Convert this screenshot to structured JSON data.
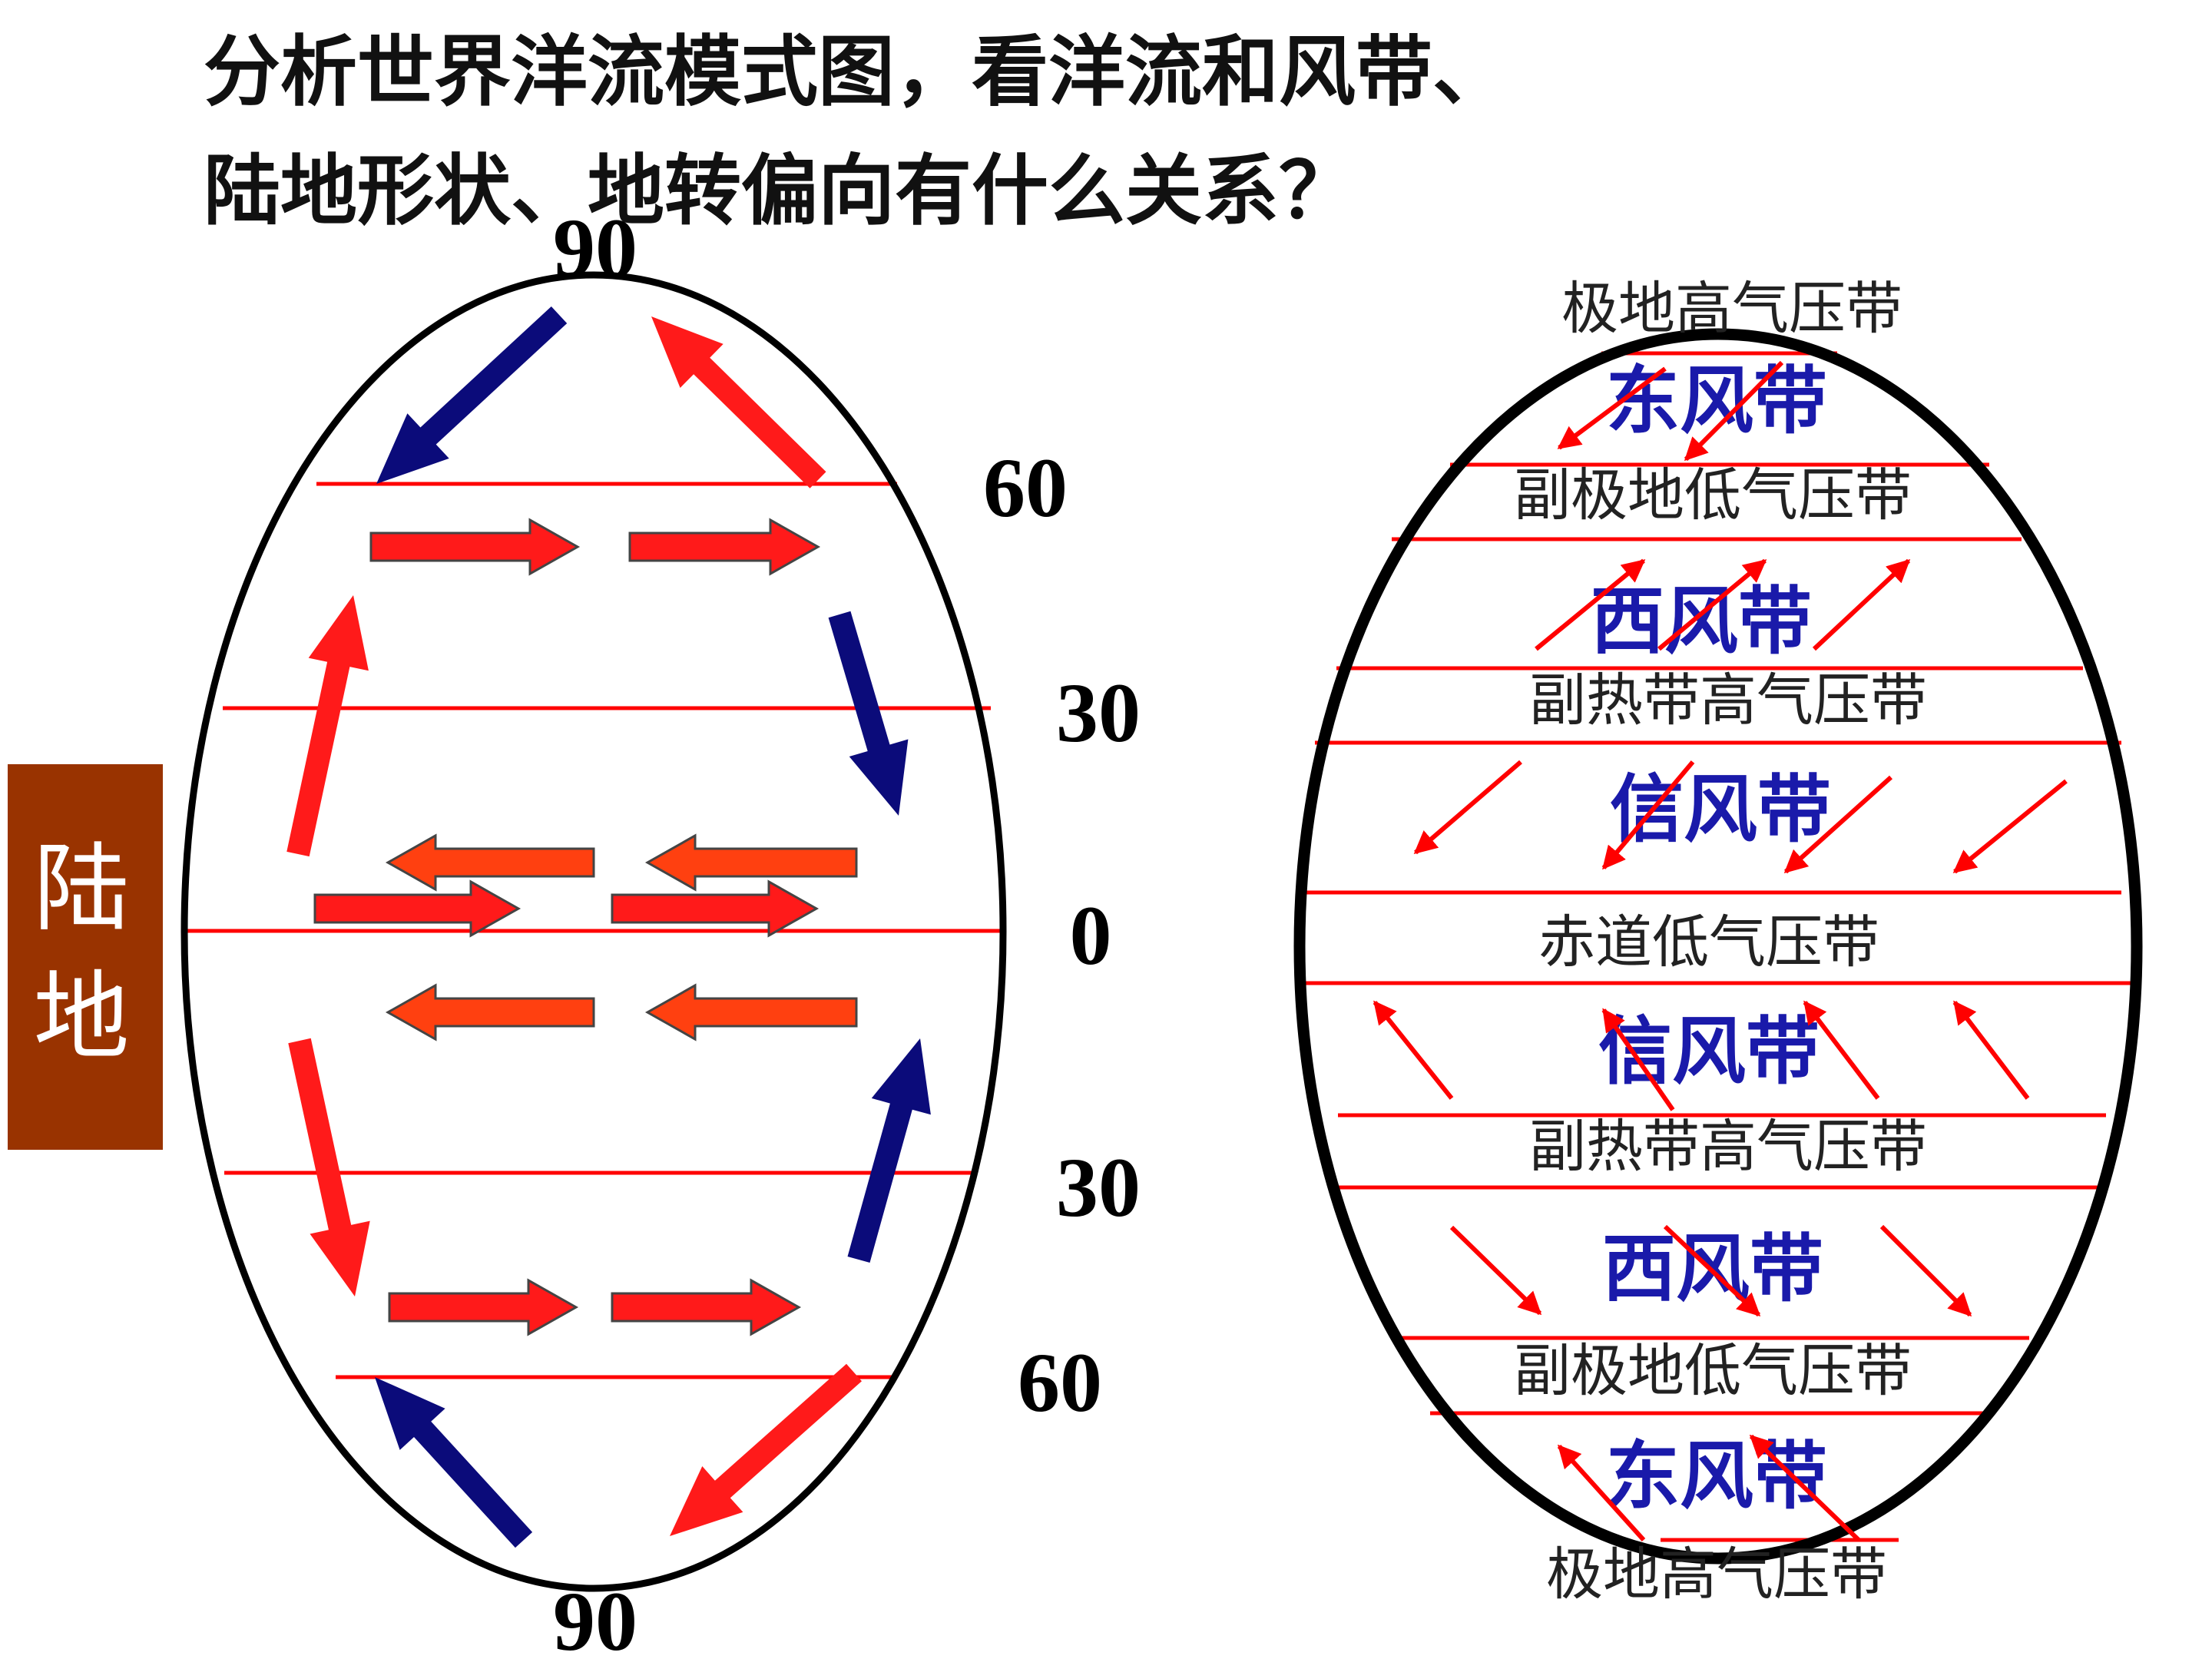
{
  "title": {
    "line1": "分析世界洋流模式图，看洋流和风带、",
    "line2": "陆地形状、地转偏向有什么关系？"
  },
  "land_label": [
    "陆",
    "地"
  ],
  "latitudes": {
    "top": "90",
    "n60": "60",
    "n30": "30",
    "equator": "0",
    "s30": "30",
    "s60": "60",
    "bottom": "90"
  },
  "pressure_belts": {
    "polar_high_n": "极地高气压带",
    "subpolar_low_n": "副极地低气压带",
    "subtropical_high_n": "副热带高气压带",
    "equatorial_low": "赤道低气压带",
    "subtropical_high_s": "副热带高气压带",
    "subpolar_low_s": "副极地低气压带",
    "polar_high_s": "极地高气压带"
  },
  "wind_belts": {
    "polar_easterly_n": "东风带",
    "westerly_n": "西风带",
    "trade_n": "信风带",
    "trade_s": "信风带",
    "westerly_s": "西风带",
    "polar_easterly_s": "东风带"
  },
  "colors": {
    "warm_current": "#ff1a1a",
    "cold_current": "#0b0b7a",
    "counter_current": "#ff4010",
    "latitude_line": "#ff0000",
    "wind_text": "#1a1aaa",
    "land_box": "#993300"
  }
}
